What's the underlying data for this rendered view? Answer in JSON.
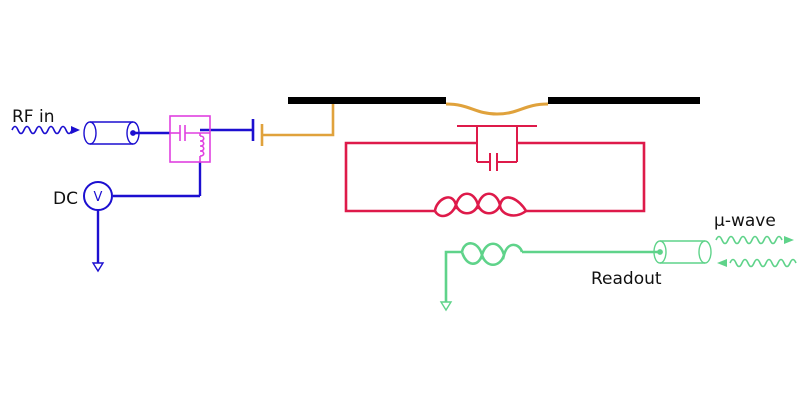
{
  "labels": {
    "rf_in": "RF in",
    "dc": "DC",
    "voltmeter": "V",
    "readout": "Readout",
    "microwave": "μ-wave"
  },
  "colors": {
    "input_line": "#1c0fd0",
    "bias_tee": "#e040e0",
    "mechanical": "#e0a23c",
    "membrane": "#000000",
    "lc_circuit": "#de1a4a",
    "readout_line": "#5fd38a"
  },
  "icons": {
    "rf_source": "wavy-arrow-icon",
    "coax": "coax-cable-icon",
    "ground": "ground-icon",
    "voltmeter": "voltmeter-icon",
    "inductor": "inductor-coil-icon",
    "capacitor": "capacitor-icon"
  }
}
